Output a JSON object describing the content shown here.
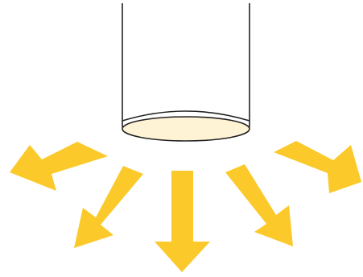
{
  "figure": {
    "subject": "light-source-emitting-downward",
    "colors": {
      "background": "#ffffff",
      "arrow_fill": "#fcc92a",
      "lens_fill": "#fff3d6",
      "outline": "#222222"
    },
    "arrows": [
      {
        "name": "arrow-far-left",
        "direction": "down-left"
      },
      {
        "name": "arrow-left",
        "direction": "down-left"
      },
      {
        "name": "arrow-center",
        "direction": "down"
      },
      {
        "name": "arrow-right",
        "direction": "down-right"
      },
      {
        "name": "arrow-far-right",
        "direction": "down-right"
      }
    ]
  }
}
